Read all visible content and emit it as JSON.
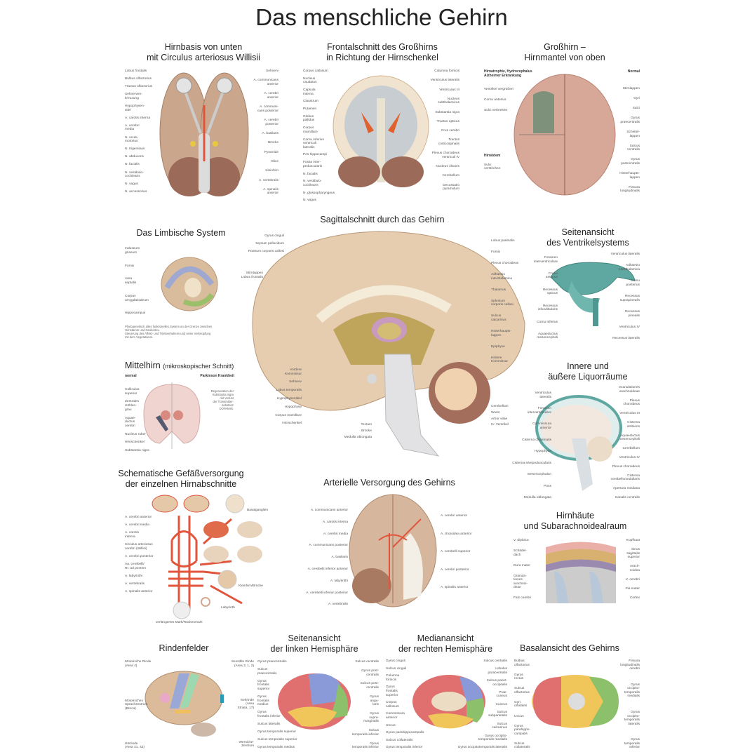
{
  "title": "Das menschliche Gehirn",
  "panels": {
    "hirnbasis": {
      "title": "Hirnbasis von unten\nmit Circulus arteriosus Willisii",
      "left": [
        "Lobus frontalis",
        "Bulbus olfactorius",
        "Tractus olfactorius",
        "Sehnerven-\nkreuzung",
        "Hypophysen-\nstiel",
        "A. carotis interna",
        "A. cerebri\nmedia",
        "N. oculo-\nmotorius",
        "N. trigeminus",
        "N. abducens",
        "N. facialis",
        "N. vestibulo-\ncochlearis",
        "N. vagus",
        "N. accessorius"
      ],
      "right": [
        "Sehnerv",
        "A. communicans\nanterior",
        "A. cerebri\nanterior",
        "A. communi-\ncans posterior",
        "A. cerebri\nposterior",
        "A. basilaris",
        "Brücke",
        "Pyramide",
        "Olive",
        "Kleinhirn",
        "A. vertebralis",
        "A. spinalis\nanterior"
      ]
    },
    "frontalschnitt": {
      "title": "Frontalschnitt des Großhirns\nin Richtung der Hirnschenkel",
      "left": [
        "Corpus callosum",
        "Nucleus\ncaudatus",
        "Capsula\ninterna",
        "Claustrum",
        "Putamen",
        "Globus\npallidus",
        "Corpus\nmamillare",
        "Cornu inferius\nventriculi\nlateralis",
        "Pes hippocampi",
        "Fossa inter-\npeduncularis",
        "N. facialis",
        "N. vestibulo-\ncochlearis",
        "N. glossopharyngeus",
        "N. vagus"
      ],
      "right": [
        "Columna fornicis",
        "Ventriculus lateralis",
        "Ventriculus III",
        "Nucleus\nsubthalamicus",
        "Substantia nigra",
        "Tractus opticus",
        "Crus cerebri",
        "Tractus\ncorticospinalis",
        "Plexus choroideus\nventriculi IV",
        "Nucleus olivaris",
        "Cerebellum",
        "Decussatio\npyramidum"
      ]
    },
    "grosshirn": {
      "title": "Großhirn –\nHirnmantel von oben",
      "header_left": "Hirnatrophie, Hydrocephalus\nAlzheimer Erkrankung",
      "header_right": "Normal",
      "left": [
        "Ventrikel vergrößert",
        "Cornu anterius",
        "Sulci verbreitert"
      ],
      "edema_header": "Hirnödem",
      "edema_label": "Sulci\nverstrichen",
      "right": [
        "Stirnlappen",
        "Gyri",
        "Sulci",
        "Gyrus\npraecentralis",
        "Scheitel-\nlappen",
        "Sulcus\ncentralis",
        "Gyrus\npostcentralis",
        "Hinterhaupts-\nlappen",
        "Fissura\nlongitudinalis"
      ]
    },
    "limbisch": {
      "title": "Das Limbische System",
      "left": [
        "Induseum\ngriseum",
        "Fornix",
        "Area\nseptalis",
        "Corpus\namygdaloideum",
        "Hippocampus"
      ],
      "note": "Phylogenetisch altes funktionelles System an der Grenze zwischen\nHirnstamm und Neokortex.\nSteuerung des Affekt- und Triebverhaltens und seine Verknüpfung\nmit dem Vegetativum."
    },
    "sagittal": {
      "title": "Sagittalschnitt durch das Gehirn",
      "top_left": [
        "Gyrus cinguli",
        "Septum pellucidum",
        "Rostrum corporis callosi"
      ],
      "mid_left": [
        "Stirnlappen\nLobus frontalis"
      ],
      "low_left": [
        "Vordere\nKommissur",
        "Sehnerv",
        "Lobus temporalis",
        "Hypophysenstiel",
        "Hypophyse",
        "Corpus mamillare",
        "Hirnschenkel"
      ],
      "bottom": [
        "Tectum",
        "Brücke",
        "Medulla oblongata"
      ],
      "right_top": [
        "Lobus parietalis",
        "Fornix",
        "Plexus choroideus",
        "Adhaesio\ninterthalamica",
        "Thalamus",
        "Splenium\ncorporis callosi",
        "Sulcus\ncalcarinus",
        "Hinterhaupts-\nlappen",
        "Epiphyse",
        "Hintere\nKommissur"
      ],
      "right_bottom": [
        "Cerebellum",
        "Wurm",
        "Arbor vitae",
        "IV. Ventrikel"
      ]
    },
    "ventrikel": {
      "title": "Seitenansicht\ndes Ventrikelsystems",
      "left": [
        "Foramen\ninterventriculare",
        "Cornu\nanterius",
        "Recessus\nopticus",
        "Recessus\ninfundibularis",
        "Cornu inferius",
        "Aquaeductus\nmesencephali"
      ],
      "right": [
        "Ventriculus lateralis",
        "Adhaesio\ninterthalamica",
        "Cornu\nposterius",
        "Recessus\nsuprapinealis",
        "Recessus\npinealis",
        "Ventriculus IV",
        "Recessus lateralis"
      ]
    },
    "mittelhirn": {
      "title": "Mittelhirn",
      "title_suffix": "(mikroskopischer Schnitt)",
      "header_left": "normal",
      "header_right": "Parkinson Krankheit",
      "left": [
        "Colliculus\nsuperior",
        "Zentrales\nHöhlen-\ngrau",
        "Aquae-\nductus\ncerebri",
        "Nucleus ruber",
        "Hirnschenkel",
        "Substantia nigra"
      ],
      "note": "Degeneration der\nSubstantia nigra\nmit Verlust\nder Transmitter-\nsubstanz\nDOPAMIN."
    },
    "liquor": {
      "title": "Innere und\näußere Liquorräume",
      "left": [
        "Ventriculus\nlateralis",
        "Foramen\ninterventriculare",
        "Commissura\nanterior",
        "Cisterna chiasmatis",
        "Hypophyse",
        "Cisterna interpeduncularis",
        "Mesencephalon",
        "Pons",
        "Medulla oblongata"
      ],
      "right": [
        "Granulationes\narachnoideae",
        "Plexus\nchoroideus",
        "Ventriculus III",
        "Cisterna\nambiens",
        "Aquaeductus\nmesencephali",
        "Cerebellum",
        "Ventriculus IV",
        "Plexus choroideus",
        "Cisterna\ncerebellomedullaris",
        "Apertura mediana",
        "Canalis centralis"
      ]
    },
    "schematisch": {
      "title": "Schematische Gefäßversorgung\nder einzelnen Hirnabschnitte",
      "left": [
        "A. cerebri anterior",
        "A. cerebri media",
        "A. carotis\ninterna",
        "Circulus arteriosus\ncerebri (Willisi)",
        "A. cerebri posterior",
        "Aa. cerebelli/\nRr. ad pontem",
        "A. labyrinthi",
        "A. vertebralis",
        "A. spinalis anterior"
      ],
      "basalganglien": "Basalganglien",
      "kleinhirn": "Kleinhirn/Brücke",
      "labyrinth": "Labyrinth",
      "mark": "verlängertes Mark/Rückenmark"
    },
    "arteriell": {
      "title": "Arterielle Versorgung des Gehirns",
      "left": [
        "A. communicans anterior",
        "A. carotis interna",
        "A. cerebri media",
        "A. communicans posterior",
        "A. basilaris",
        "A. cerebelli inferior anterior",
        "A. labyrinthi",
        "A. cerebelli inferior posterior",
        "A. vertebralis"
      ],
      "right": [
        "A. cerebri anterior",
        "A. choroidea anterior",
        "A. cerebelli superior",
        "A. cerebri posterior",
        "A. spinalis anterior"
      ]
    },
    "hirnhaeute": {
      "title": "Hirnhäute\nund Subarachnoidealraum",
      "left": [
        "V. diploica",
        "Schädel-\ndach",
        "Dura mater",
        "Granula-\ntiones\narachnoi-\ndeae",
        "Falx cerebri"
      ],
      "right": [
        "Kopfhaut",
        "Sinus\nsagittalis\nsuperior",
        "Arach-\nnoidea",
        "V. cerebri",
        "Pia mater",
        "Cortex"
      ]
    },
    "rindenfelder": {
      "title": "Rindenfelder",
      "left": [
        "Motorische Rinde\n(Area 4)",
        "Motorisches\nSprachzentrum\n(Broca)",
        "Hörrinde\n(Area 41, 42)"
      ],
      "right": [
        "Sensible Rinde\n(Area 3, 1, 2)",
        "Sehrinde\n(Area\nStriata, 17)",
        "Wernicke-\nZentrum"
      ]
    },
    "seitenansicht": {
      "title": "Seitenansicht\nder linken Hemisphäre",
      "left": [
        "Gyrus praecentralis",
        "Sulcus\npraecentralis",
        "Gyrus\nfrontalis\nsuperior",
        "Gyrus\nfrontalis\nmedius",
        "Gyrus\nfrontalis inferior",
        "Sulcus lateralis",
        "Gyrus temporalis superior",
        "Sulcus temporalis superior",
        "Gyrus temporalis medius"
      ],
      "right": [
        "Sulcus centralis",
        "Gyrus post-\ncentralis",
        "Sulcus post-\ncentralis",
        "Gyrus\nangu-\nlaris",
        "Gyrus\nsupra-\nmarginalis",
        "Sulcus\ntemporalis inferior",
        "Gyrus\ntemporalis inferior"
      ]
    },
    "median": {
      "title": "Medianansicht\nder rechten Hemisphäre",
      "left": [
        "Gyrus cinguli",
        "Sulcus cinguli",
        "Columna\nfornicis",
        "Gyrus\nfrontalis\nsuperior",
        "Corpus\ncallosum",
        "Commissura\nanterior",
        "Uncus",
        "Gyrus parahippocampalis",
        "Sulcus collateralis",
        "Gyrus temporalis inferior"
      ],
      "right": [
        "Sulcus centralis",
        "Lobulus\nparacentralis",
        "Sulcus pariet-\noccipitalis",
        "Prae-\ncuneus",
        "Cuneus",
        "Sulcus\nsubparietalis",
        "Sulcus\ncalcarinus",
        "Gyrus occipito-\ntemporalis medialis",
        "Gyrus occipitotemporalis lateralis"
      ]
    },
    "basal": {
      "title": "Basalansicht des Gehirns",
      "left": [
        "Bulbus\nolfactorius",
        "Gyrus\nrectus",
        "Sulcus\nolfactorius",
        "Gyri\norbitales",
        "Uncus",
        "Gyrus\nparahippo-\ncampalis",
        "Sulcus\ncollateralis"
      ],
      "right": [
        "Fissura\nlongitudinalis\ncerebri",
        "Gyrus\noccipito-\ntemporalis\nmedialis",
        "Gyrus\noccipito-\ntemporalis\nlateralis",
        "Gyrus\ntemporalis inferior"
      ]
    }
  },
  "colors": {
    "brain": "#d9b89c",
    "cerebellum": "#9c6a58",
    "artery": "#e0553c",
    "ventricle": "#5fa8a1",
    "frontal_lobe": "#e06b6b",
    "parietal_lobe": "#8a9ad8",
    "occipital_lobe": "#8cc06a",
    "temporal_lobe": "#f0c65a"
  }
}
